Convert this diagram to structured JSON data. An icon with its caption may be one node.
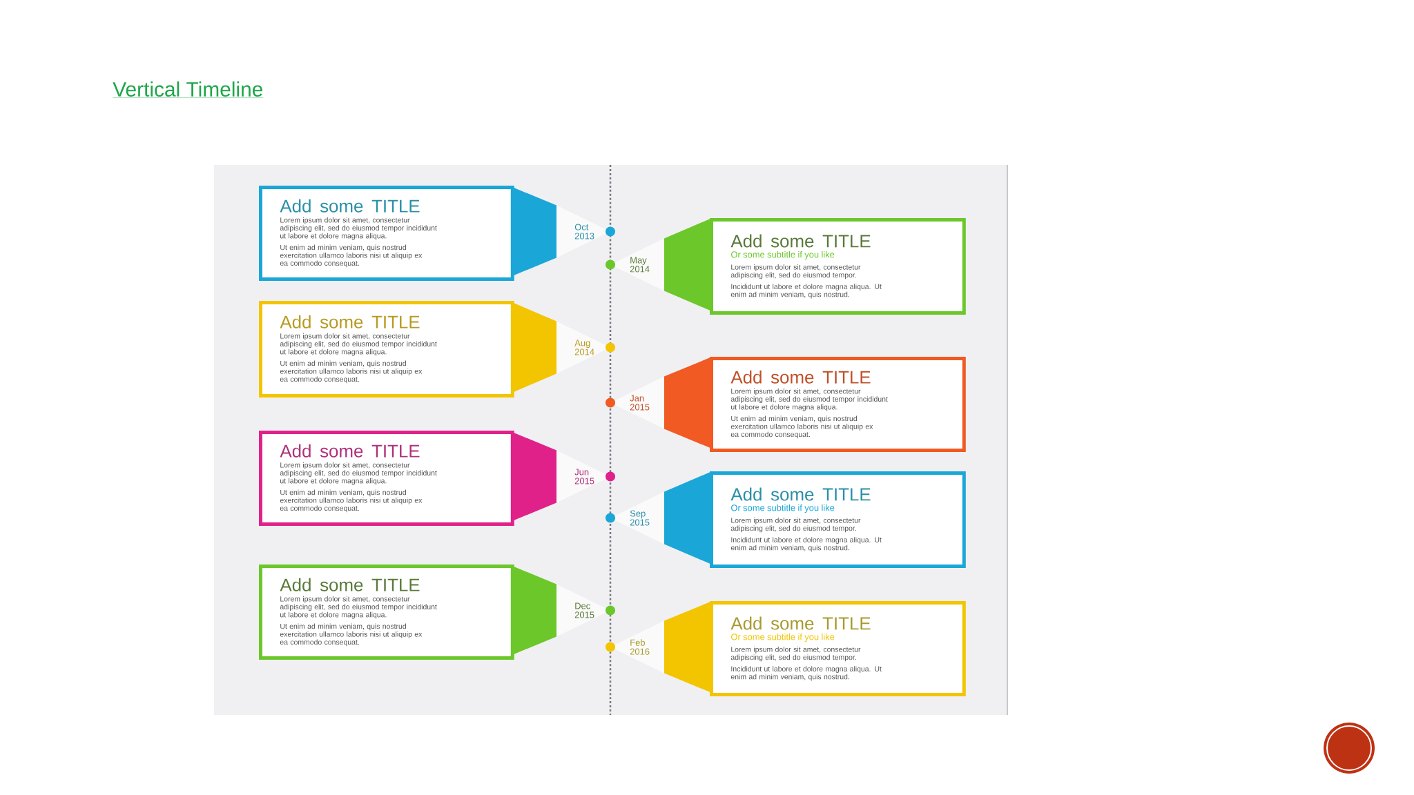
{
  "diagram": {
    "title": "Vertical Timeline",
    "nodes": [
      {
        "text": [
          "Add some TITLE",
          "Lorem ipsum dolor sit amet, consectetur adipiscing elit, sed do eiusmod tempor incididunt ut labore et dolore magna aliqua.",
          "Ut enim ad minim veniam, quis nostrud exercitation ullamco laboris nisi ut aliquip ex ea commodo consequat."
        ],
        "beside": [
          "Oct 2013"
        ]
      },
      {
        "text": [
          "Add some TITLE",
          "Or some subtitle if you like",
          "Lorem ipsum dolor sit amet, consectetur adipiscing elit, sed do eiusmod tempor.",
          "Incididunt ut labore et dolore magna aliqua. Ut enim ad minim veniam, quis nostrud."
        ],
        "beside": [
          "May 2014"
        ]
      },
      {
        "text": [
          "Add some TITLE",
          "Lorem ipsum dolor sit amet, consectetur adipiscing elit, sed do eiusmod tempor incididunt ut labore et dolore magna aliqua.",
          "Ut enim ad minim veniam, quis nostrud exercitation ullamco laboris nisi ut aliquip ex ea commodo consequat."
        ],
        "beside": [
          "Aug 2014"
        ]
      },
      {
        "text": [
          "Add some TITLE",
          "Lorem ipsum dolor sit amet, consectetur adipiscing elit, sed do eiusmod tempor incididunt ut labore et dolore magna aliqua.",
          "Ut enim ad minim veniam, quis nostrud exercitation ullamco laboris nisi ut aliquip ex ea commodo consequat."
        ],
        "beside": [
          "Jan 2015"
        ]
      },
      {
        "text": [
          "Add some TITLE",
          "Lorem ipsum dolor sit amet, consectetur adipiscing elit, sed do eiusmod tempor incididunt ut labore et dolore magna aliqua.",
          "Ut enim ad minim veniam, quis nostrud exercitation ullamco laboris nisi ut aliquip ex ea commodo consequat."
        ],
        "beside": [
          "Jun 2015"
        ]
      },
      {
        "text": [
          "Add some TITLE",
          "Or some subtitle if you like",
          "Lorem ipsum dolor sit amet, consectetur adipiscing elit, sed do eiusmod tempor.",
          "Incididunt ut labore et dolore magna aliqua. Ut enim ad minim veniam, quis nostrud."
        ],
        "beside": [
          "Sep 2015"
        ]
      },
      {
        "text": [
          "Add some TITLE",
          "Lorem ipsum dolor sit amet, consectetur adipiscing elit, sed do eiusmod tempor incididunt ut labore et dolore magna aliqua.",
          "Ut enim ad minim veniam, quis nostrud exercitation ullamco laboris nisi ut aliquip ex ea commodo consequat."
        ],
        "beside": [
          "Dec 2015"
        ]
      },
      {
        "text": [
          "Add some TITLE",
          "Or some subtitle if you like",
          "Lorem ipsum dolor sit amet, consectetur adipiscing elit, sed do eiusmod tempor.",
          "Incididunt ut labore et dolore magna aliqua. Ut enim ad minim veniam, quis nostrud."
        ],
        "beside": [
          "Feb 2016"
        ]
      }
    ]
  }
}
